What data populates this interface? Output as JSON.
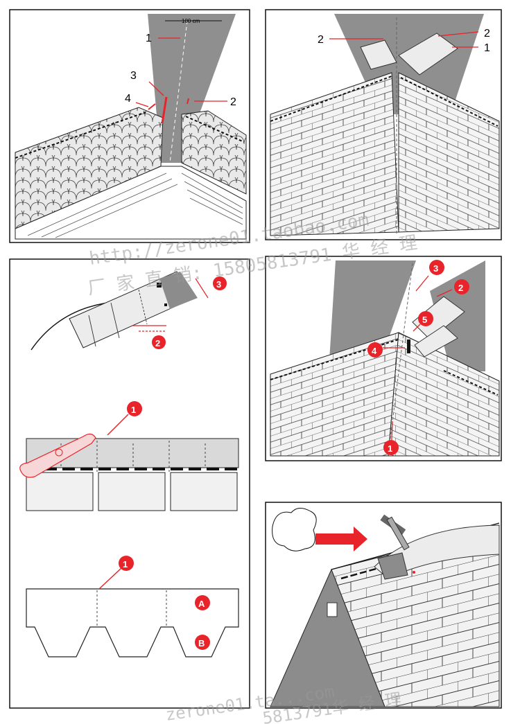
{
  "colors": {
    "red": "#e8232a",
    "gray": "#8c8c8c",
    "lightgray": "#d9d9d9",
    "shingle": "#ececec",
    "line": "#222222"
  },
  "panel1": {
    "dimension": "100 cm",
    "labels": [
      "1",
      "2",
      "3",
      "4"
    ]
  },
  "panel2": {
    "labels": [
      "2",
      "2",
      "1"
    ]
  },
  "panel3": {
    "labels": [
      "3",
      "2"
    ]
  },
  "panel4": {
    "labels": [
      "3",
      "2",
      "5",
      "4",
      "1"
    ]
  },
  "panel5": {
    "labels": [
      "1"
    ]
  },
  "panel6": {
    "labels": [
      "1",
      "A",
      "B"
    ]
  },
  "watermark": {
    "line1": "http://zerone01.taobao.com",
    "line2": "厂 家 直 销:  15805813791 华 经 理",
    "line3": "zerone01.ta...com",
    "line4": "5813791华 经 理"
  }
}
